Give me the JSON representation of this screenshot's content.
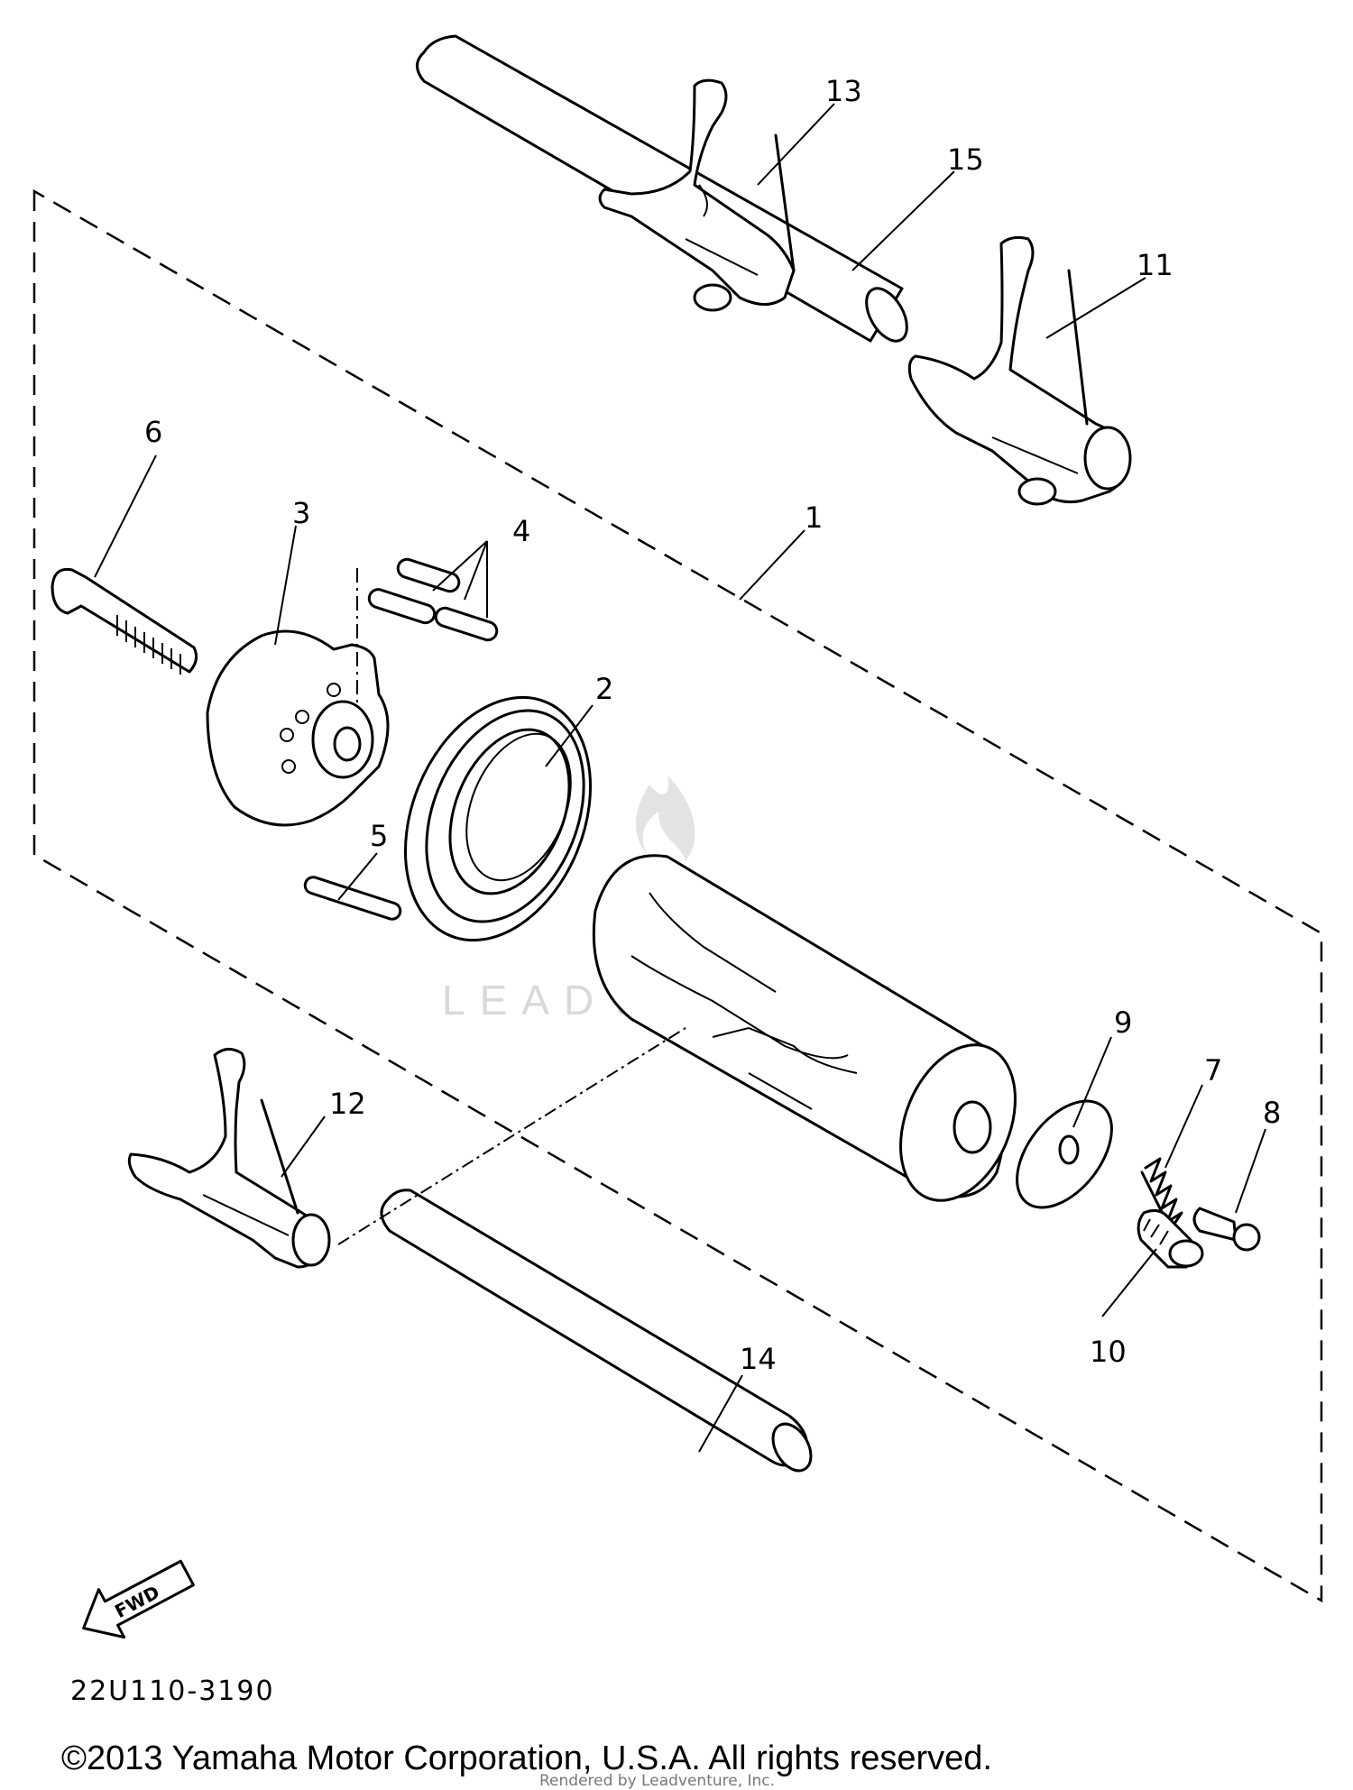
{
  "diagram": {
    "callouts": {
      "c1": "1",
      "c2": "2",
      "c3": "3",
      "c4": "4",
      "c5": "5",
      "c6": "6",
      "c7": "7",
      "c8": "8",
      "c9": "9",
      "c10": "10",
      "c11": "11",
      "c12": "12",
      "c13": "13",
      "c14": "14",
      "c15": "15"
    },
    "fwd_label": "FWD",
    "diagram_code": "22U110-3190",
    "watermark": "LEADVENTURE",
    "copyright": "©2013 Yamaha Motor Corporation, U.S.A. All rights reserved.",
    "rendered_by": "Rendered by Leadventure, Inc."
  }
}
